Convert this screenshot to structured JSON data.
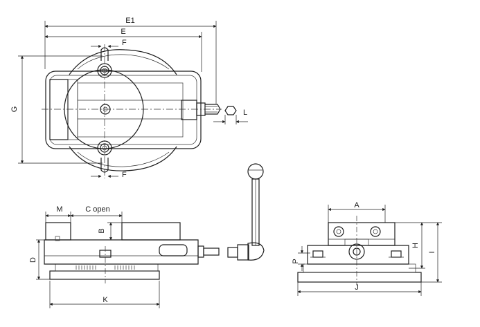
{
  "labels": {
    "e1": "E1",
    "e": "E",
    "f_top": "F",
    "f_bottom": "F",
    "g": "G",
    "l": "L",
    "m": "M",
    "c_open": "C open",
    "b": "B",
    "d": "D",
    "k": "K",
    "a": "A",
    "h": "H",
    "i": "I",
    "p": "P",
    "j": "J"
  }
}
